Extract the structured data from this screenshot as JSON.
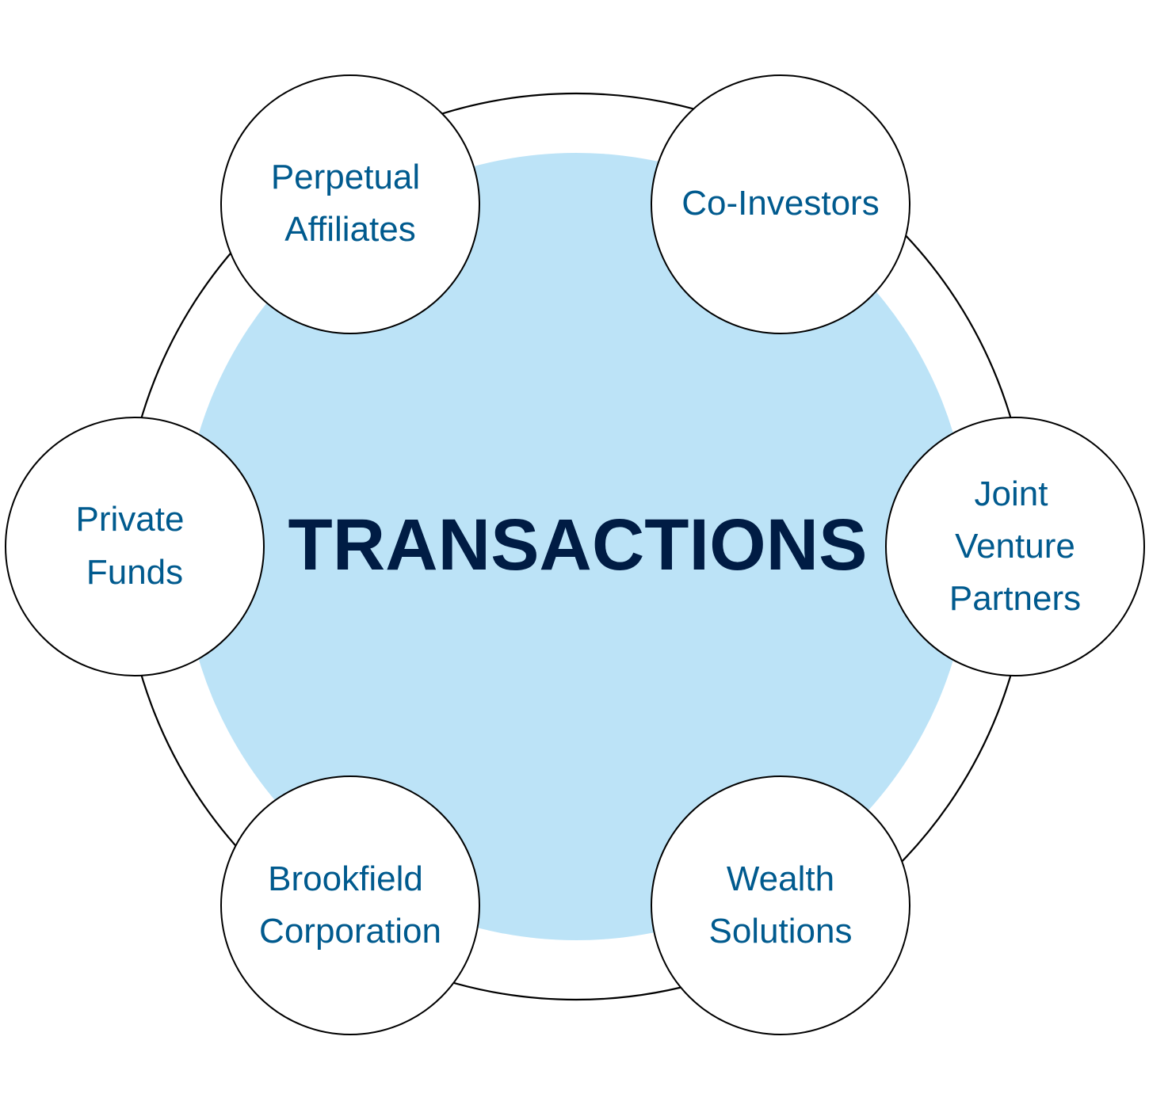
{
  "diagram": {
    "center": {
      "title": "TRANSACTIONS",
      "fill_color": "#bce3f7",
      "text_color": "#001c44"
    },
    "ring": {
      "stroke_color": "#000000"
    },
    "nodes": [
      {
        "id": "perpetual-affiliates",
        "lines": [
          "Perpetual",
          "Affiliates"
        ]
      },
      {
        "id": "co-investors",
        "lines": [
          "Co-Investors"
        ]
      },
      {
        "id": "joint-venture-partners",
        "lines": [
          "Joint",
          "Venture",
          "Partners"
        ]
      },
      {
        "id": "wealth-solutions",
        "lines": [
          "Wealth",
          "Solutions"
        ]
      },
      {
        "id": "brookfield-corporation",
        "lines": [
          "Brookfield",
          "Corporation"
        ]
      },
      {
        "id": "private-funds",
        "lines": [
          "Private",
          "Funds"
        ]
      }
    ],
    "node_text_color": "#005a8e"
  }
}
